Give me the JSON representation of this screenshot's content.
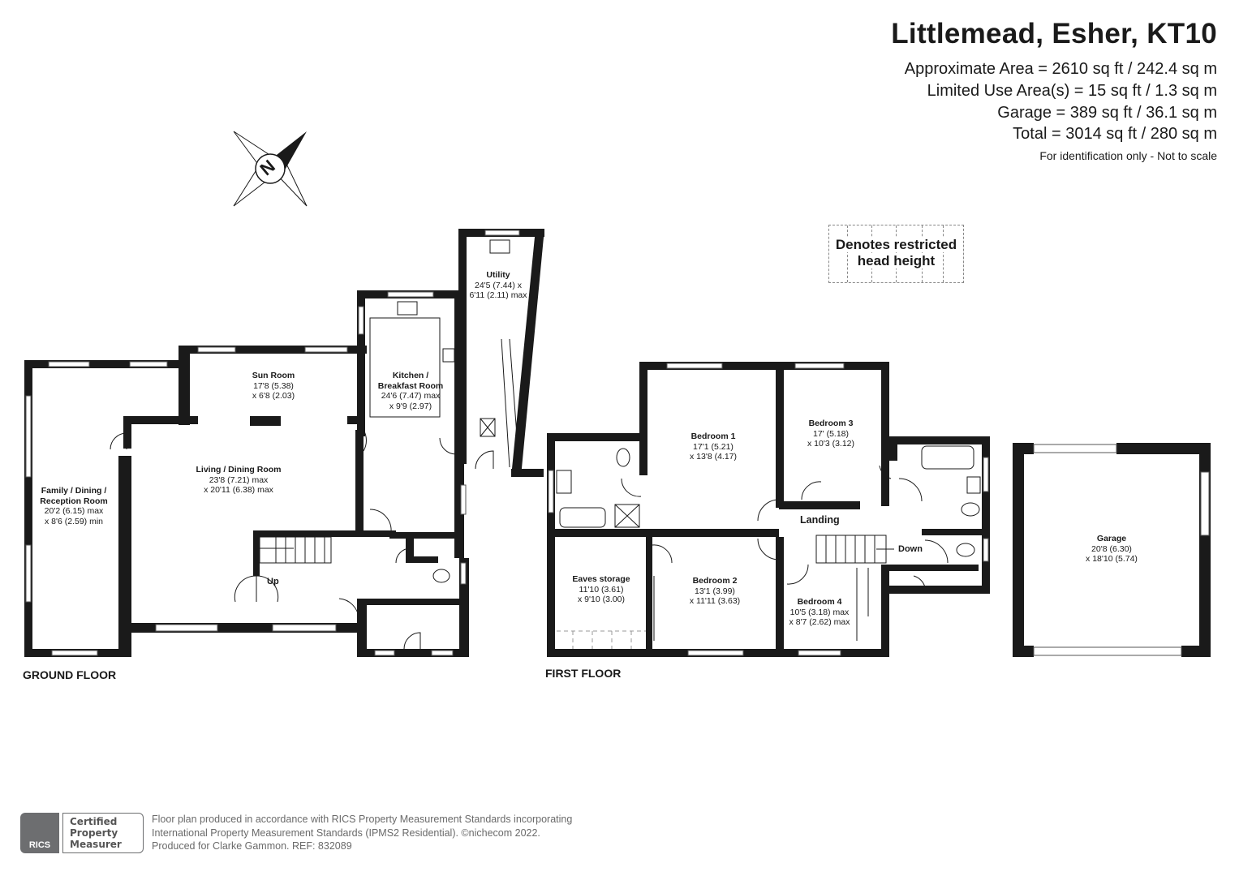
{
  "header": {
    "title": "Littlemead, Esher, KT10",
    "approx_area": "Approximate Area = 2610 sq ft / 242.4 sq m",
    "limited_use": "Limited Use Area(s) = 15 sq ft / 1.3 sq m",
    "garage_area": "Garage = 389 sq ft / 36.1 sq m",
    "total": "Total = 3014 sq ft / 280 sq m",
    "note": "For identification only - Not to scale"
  },
  "compass": {
    "icon": "north-compass-icon",
    "letter": "N"
  },
  "legend": {
    "restricted_line1": "Denotes restricted",
    "restricted_line2": "head height"
  },
  "ground_floor": {
    "label": "GROUND FLOOR",
    "rooms": {
      "family": {
        "name1": "Family / Dining /",
        "name2": "Reception Room",
        "dim1": "20'2 (6.15) max",
        "dim2": "x 8'6 (2.59) min"
      },
      "sun": {
        "name": "Sun Room",
        "dim1": "17'8 (5.38)",
        "dim2": "x 6'8 (2.03)"
      },
      "living": {
        "name": "Living / Dining Room",
        "dim1": "23'8 (7.21) max",
        "dim2": "x 20'11 (6.38) max"
      },
      "kitchen": {
        "name1": "Kitchen /",
        "name2": "Breakfast Room",
        "dim1": "24'6 (7.47) max",
        "dim2": "x 9'9 (2.97)"
      },
      "utility": {
        "name": "Utility",
        "dim1": "24'5 (7.44) x",
        "dim2": "6'11 (2.11) max"
      }
    },
    "stairs_label": "Up"
  },
  "first_floor": {
    "label": "FIRST FLOOR",
    "rooms": {
      "bed1": {
        "name": "Bedroom 1",
        "dim1": "17'1 (5.21)",
        "dim2": "x 13'8 (4.17)"
      },
      "bed2": {
        "name": "Bedroom 2",
        "dim1": "13'1 (3.99)",
        "dim2": "x 11'11 (3.63)"
      },
      "bed3": {
        "name": "Bedroom 3",
        "dim1": "17' (5.18)",
        "dim2": "x 10'3 (3.12)"
      },
      "bed4": {
        "name": "Bedroom 4",
        "dim1": "10'5 (3.18) max",
        "dim2": "x 8'7 (2.62) max"
      },
      "eaves": {
        "name": "Eaves storage",
        "dim1": "11'10 (3.61)",
        "dim2": "x 9'10 (3.00)"
      }
    },
    "landing_label": "Landing",
    "stairs_label": "Down"
  },
  "garage": {
    "name": "Garage",
    "dim1": "20'8 (6.30)",
    "dim2": "x 18'10 (5.74)"
  },
  "footer": {
    "line1": "Floor plan produced in accordance with RICS Property Measurement Standards incorporating",
    "line2": "International Property Measurement Standards (IPMS2 Residential).  ©nichecom 2022.",
    "line3": "Produced for Clarke Gammon.   REF:  832089",
    "badge_org": "RICS",
    "badge_l1": "Certified",
    "badge_l2": "Property",
    "badge_l3": "Measurer"
  },
  "colors": {
    "wall": "#1a1a1a",
    "text": "#1a1a1a",
    "footer": "#6a6a6a"
  }
}
